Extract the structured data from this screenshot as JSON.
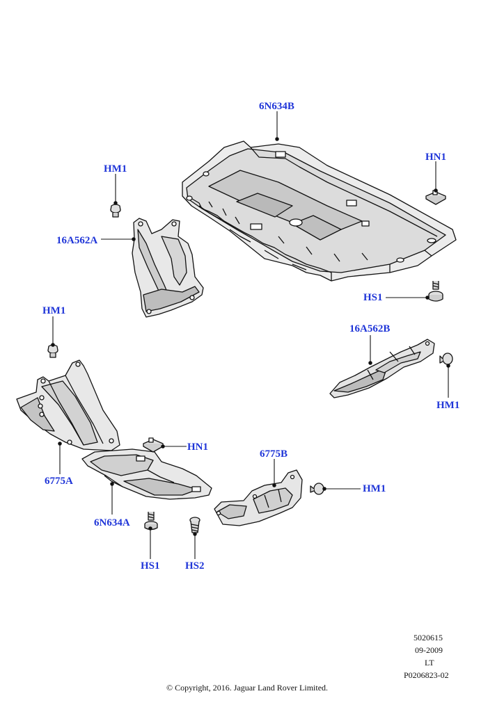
{
  "colors": {
    "callout_text": "#1f35d8",
    "line": "#111111",
    "part_fill": "#e6e6e6",
    "part_shade": "#c6c6c6",
    "part_light": "#f4f4f4"
  },
  "callouts": {
    "p6N634B": "6N634B",
    "p16A562A": "16A562A",
    "p16A562B": "16A562B",
    "p6775A": "6775A",
    "p6775B": "6775B",
    "p6N634A": "6N634A",
    "hm1_a": "HM1",
    "hm1_b": "HM1",
    "hm1_c": "HM1",
    "hm1_d": "HM1",
    "hn1_a": "HN1",
    "hn1_b": "HN1",
    "hs1_a": "HS1",
    "hs1_b": "HS1",
    "hs2": "HS2"
  },
  "footer": {
    "ref1": "5020615",
    "ref2": "09-2009",
    "ref3": "LT",
    "ref4": "P0206823-02",
    "copyright": "© Copyright, 2016. Jaguar Land Rover Limited."
  }
}
